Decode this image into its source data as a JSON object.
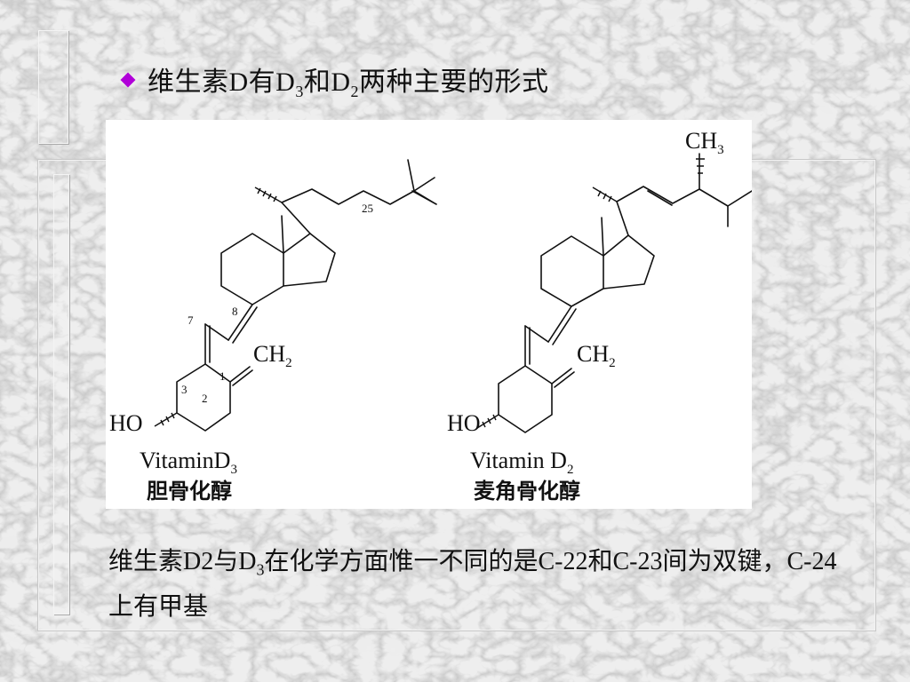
{
  "slide": {
    "title": {
      "part1": "维生素D有D",
      "sub1": "3",
      "part2": "和D",
      "sub2": "2",
      "part3": "两种主要的形式"
    },
    "left_molecule": {
      "side_chain_label": "25",
      "ch2_label": "CH",
      "ch2_sub": "2",
      "ho_label": "HO",
      "atom_labels": [
        "7",
        "8",
        "3",
        "2",
        "1"
      ],
      "name": "VitaminD",
      "name_sub": "3",
      "chinese_name": "胆骨化醇"
    },
    "right_molecule": {
      "ch3_label": "CH",
      "ch3_sub": "3",
      "ch2_label": "CH",
      "ch2_sub": "2",
      "ho_label": "HO",
      "name": "Vitamin D",
      "name_sub": "2",
      "chinese_name": "麦角骨化醇"
    },
    "note": {
      "part1": "维生素D2与D",
      "sub": "3",
      "part2": "在化学方面惟一不同的是C-22和C-23间为双键，C-24上有甲基"
    },
    "colors": {
      "bullet": "#b000d8",
      "text": "#111111",
      "panel": "#ffffff"
    }
  }
}
